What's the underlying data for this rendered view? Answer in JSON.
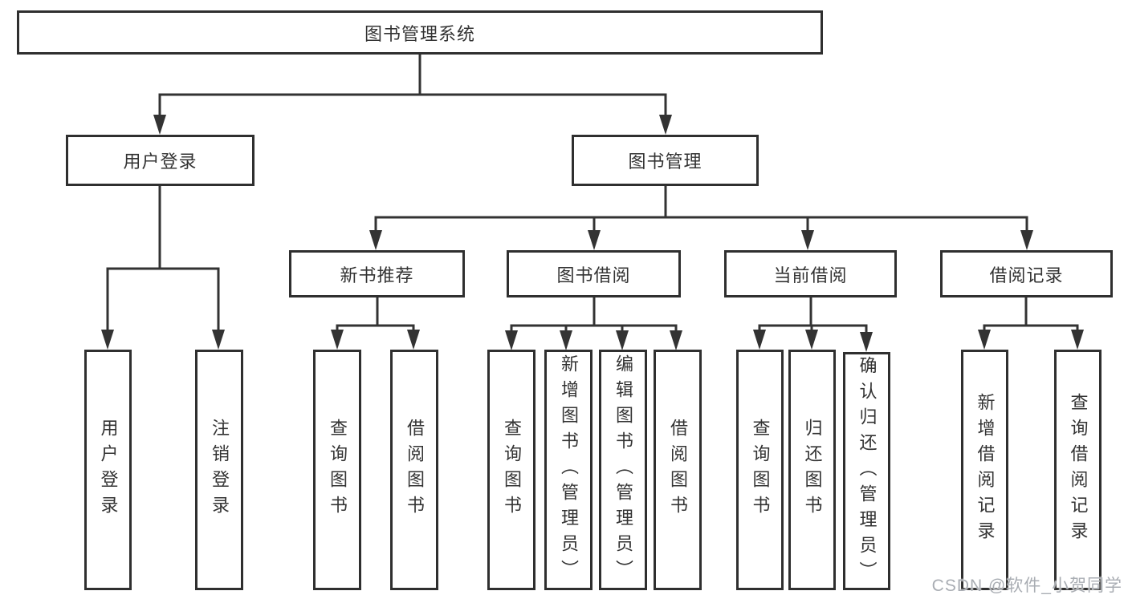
{
  "diagram": {
    "root": {
      "label": "图书管理系统"
    },
    "user_login": {
      "label": "用户登录",
      "leaves": [
        {
          "label": "用户登录"
        },
        {
          "label": "注销登录"
        }
      ]
    },
    "book_mgmt": {
      "label": "图书管理",
      "children": {
        "new_book": {
          "label": "新书推荐",
          "leaves": [
            {
              "label": "查询图书"
            },
            {
              "label": "借阅图书"
            }
          ]
        },
        "book_borrow": {
          "label": "图书借阅",
          "leaves": [
            {
              "label": "查询图书"
            },
            {
              "label": "新增图书（管理员）"
            },
            {
              "label": "编辑图书（管理员）"
            },
            {
              "label": "借阅图书"
            }
          ]
        },
        "current_borrow": {
          "label": "当前借阅",
          "leaves": [
            {
              "label": "查询图书"
            },
            {
              "label": "归还图书"
            },
            {
              "label": "确认归还（管理员）"
            }
          ]
        },
        "borrow_record": {
          "label": "借阅记录",
          "leaves": [
            {
              "label": "新增借阅记录"
            },
            {
              "label": "查询借阅记录"
            }
          ]
        }
      }
    }
  },
  "watermark": {
    "text": "CSDN @软件_小贺同学"
  },
  "colors": {
    "line": "#333333",
    "box_border": "#2f2f2f",
    "text": "#333333",
    "watermark": "#a9adb3",
    "background": "#ffffff"
  }
}
